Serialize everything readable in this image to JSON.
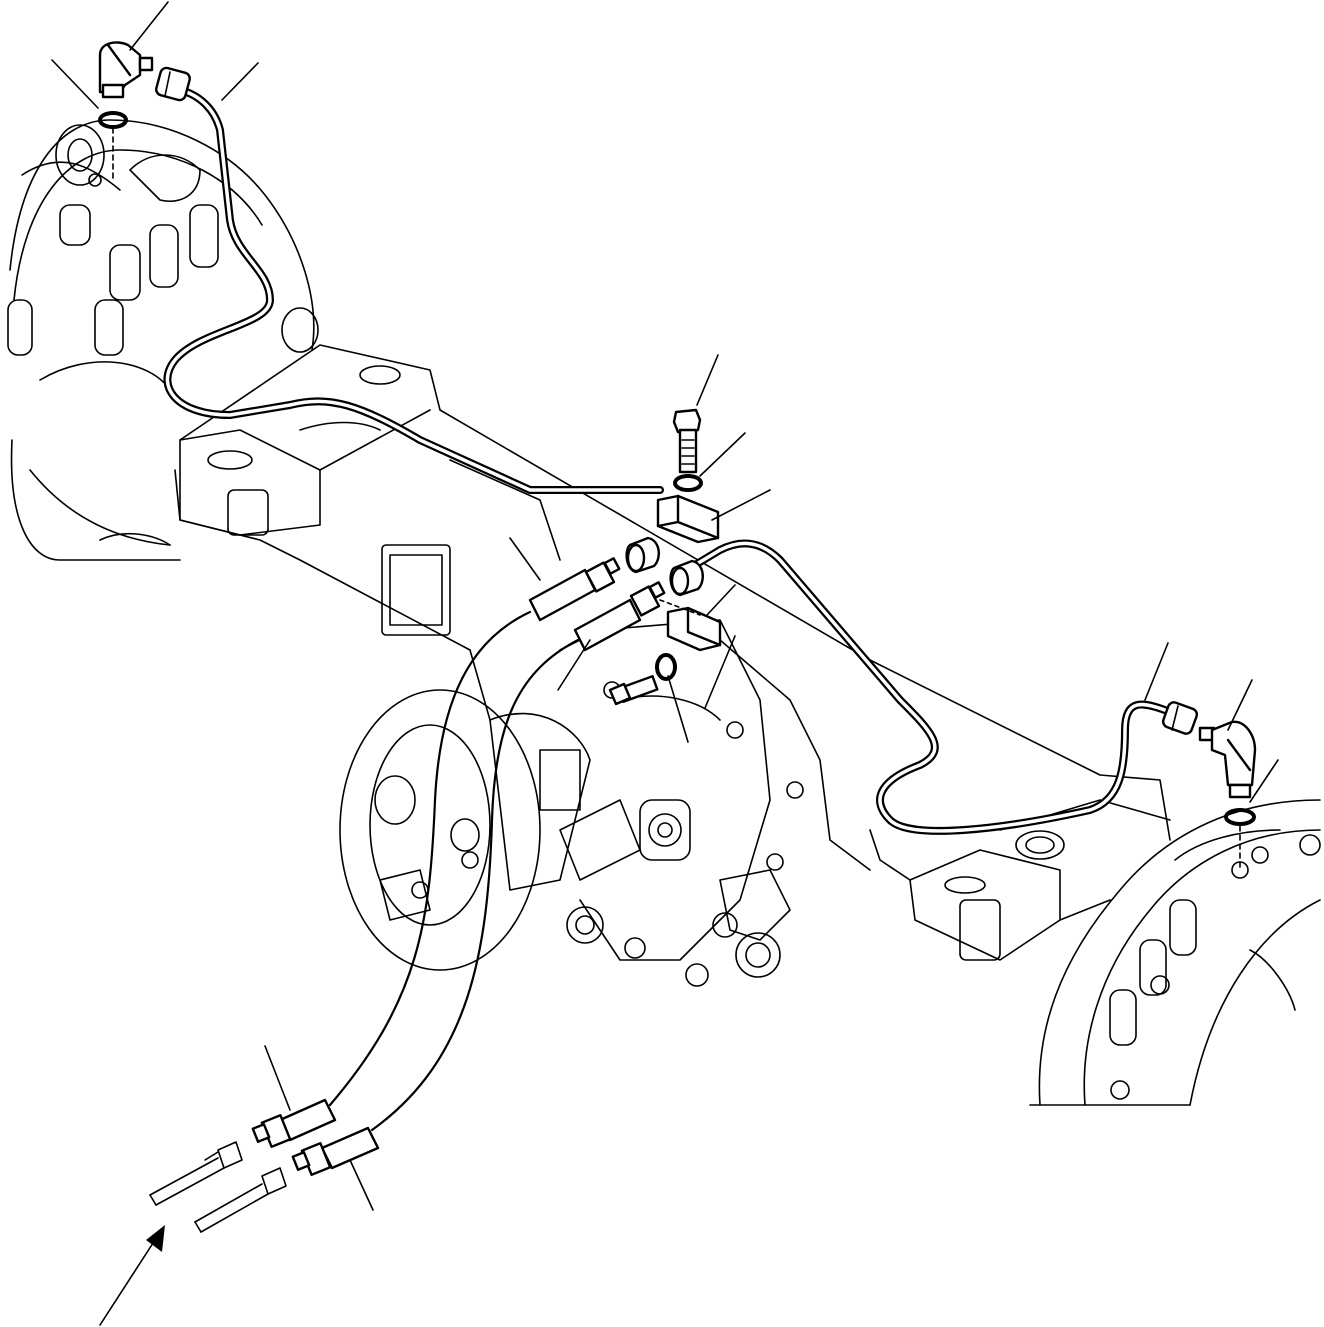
{
  "diagram": {
    "colors": {
      "ink": "#000000",
      "paper": "#ffffff"
    },
    "parts": [
      "left-elbow-fitting",
      "left-o-ring",
      "left-brake-tube",
      "mounting-bolt",
      "washer",
      "tube-clamp-upper",
      "tube-clamp-lower",
      "right-brake-tube",
      "right-elbow-fitting",
      "right-o-ring",
      "hose-end-upper",
      "hose-end-lower",
      "feed-tube-upper",
      "feed-tube-lower",
      "direction-arrow"
    ],
    "callout_count": 16
  }
}
